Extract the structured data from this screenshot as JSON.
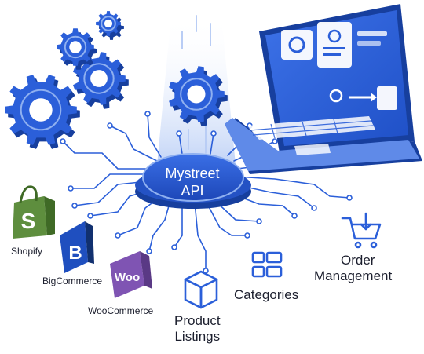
{
  "hub": {
    "line1": "Mystreet",
    "line2": "API"
  },
  "platforms": [
    {
      "id": "shopify",
      "label": "Shopify",
      "icon": "shopify-icon",
      "color": "#5e8e3e"
    },
    {
      "id": "bigcommerce",
      "label": "BigCommerce",
      "icon": "bigcommerce-icon",
      "color": "#1f4fbf"
    },
    {
      "id": "woocommerce",
      "label": "WooCommerce",
      "icon": "woocommerce-icon",
      "color": "#7f54b3"
    }
  ],
  "features": [
    {
      "id": "product-listings",
      "line1": "Product",
      "line2": "Listings",
      "icon": "box-icon"
    },
    {
      "id": "categories",
      "line1": "Categories",
      "line2": "",
      "icon": "categories-icon"
    },
    {
      "id": "order-management",
      "line1": "Order",
      "line2": "Management",
      "icon": "cart-icon"
    }
  ],
  "colors": {
    "primary": "#2b5fd9",
    "dark": "#173f9e",
    "light": "#8fb0f0",
    "text": "#1c1f2e"
  }
}
